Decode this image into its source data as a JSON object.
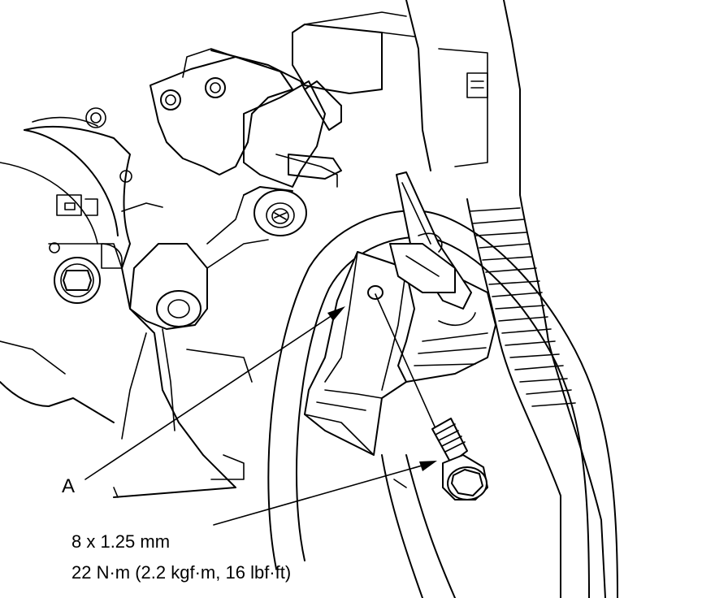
{
  "callouts": {
    "part_a": "A",
    "bolt_size": "8 x 1.25 mm",
    "bolt_torque": "22 N·m (2.2 kgf·m, 16 lbf·ft)"
  },
  "colors": {
    "line": "#000000",
    "background": "#ffffff"
  }
}
